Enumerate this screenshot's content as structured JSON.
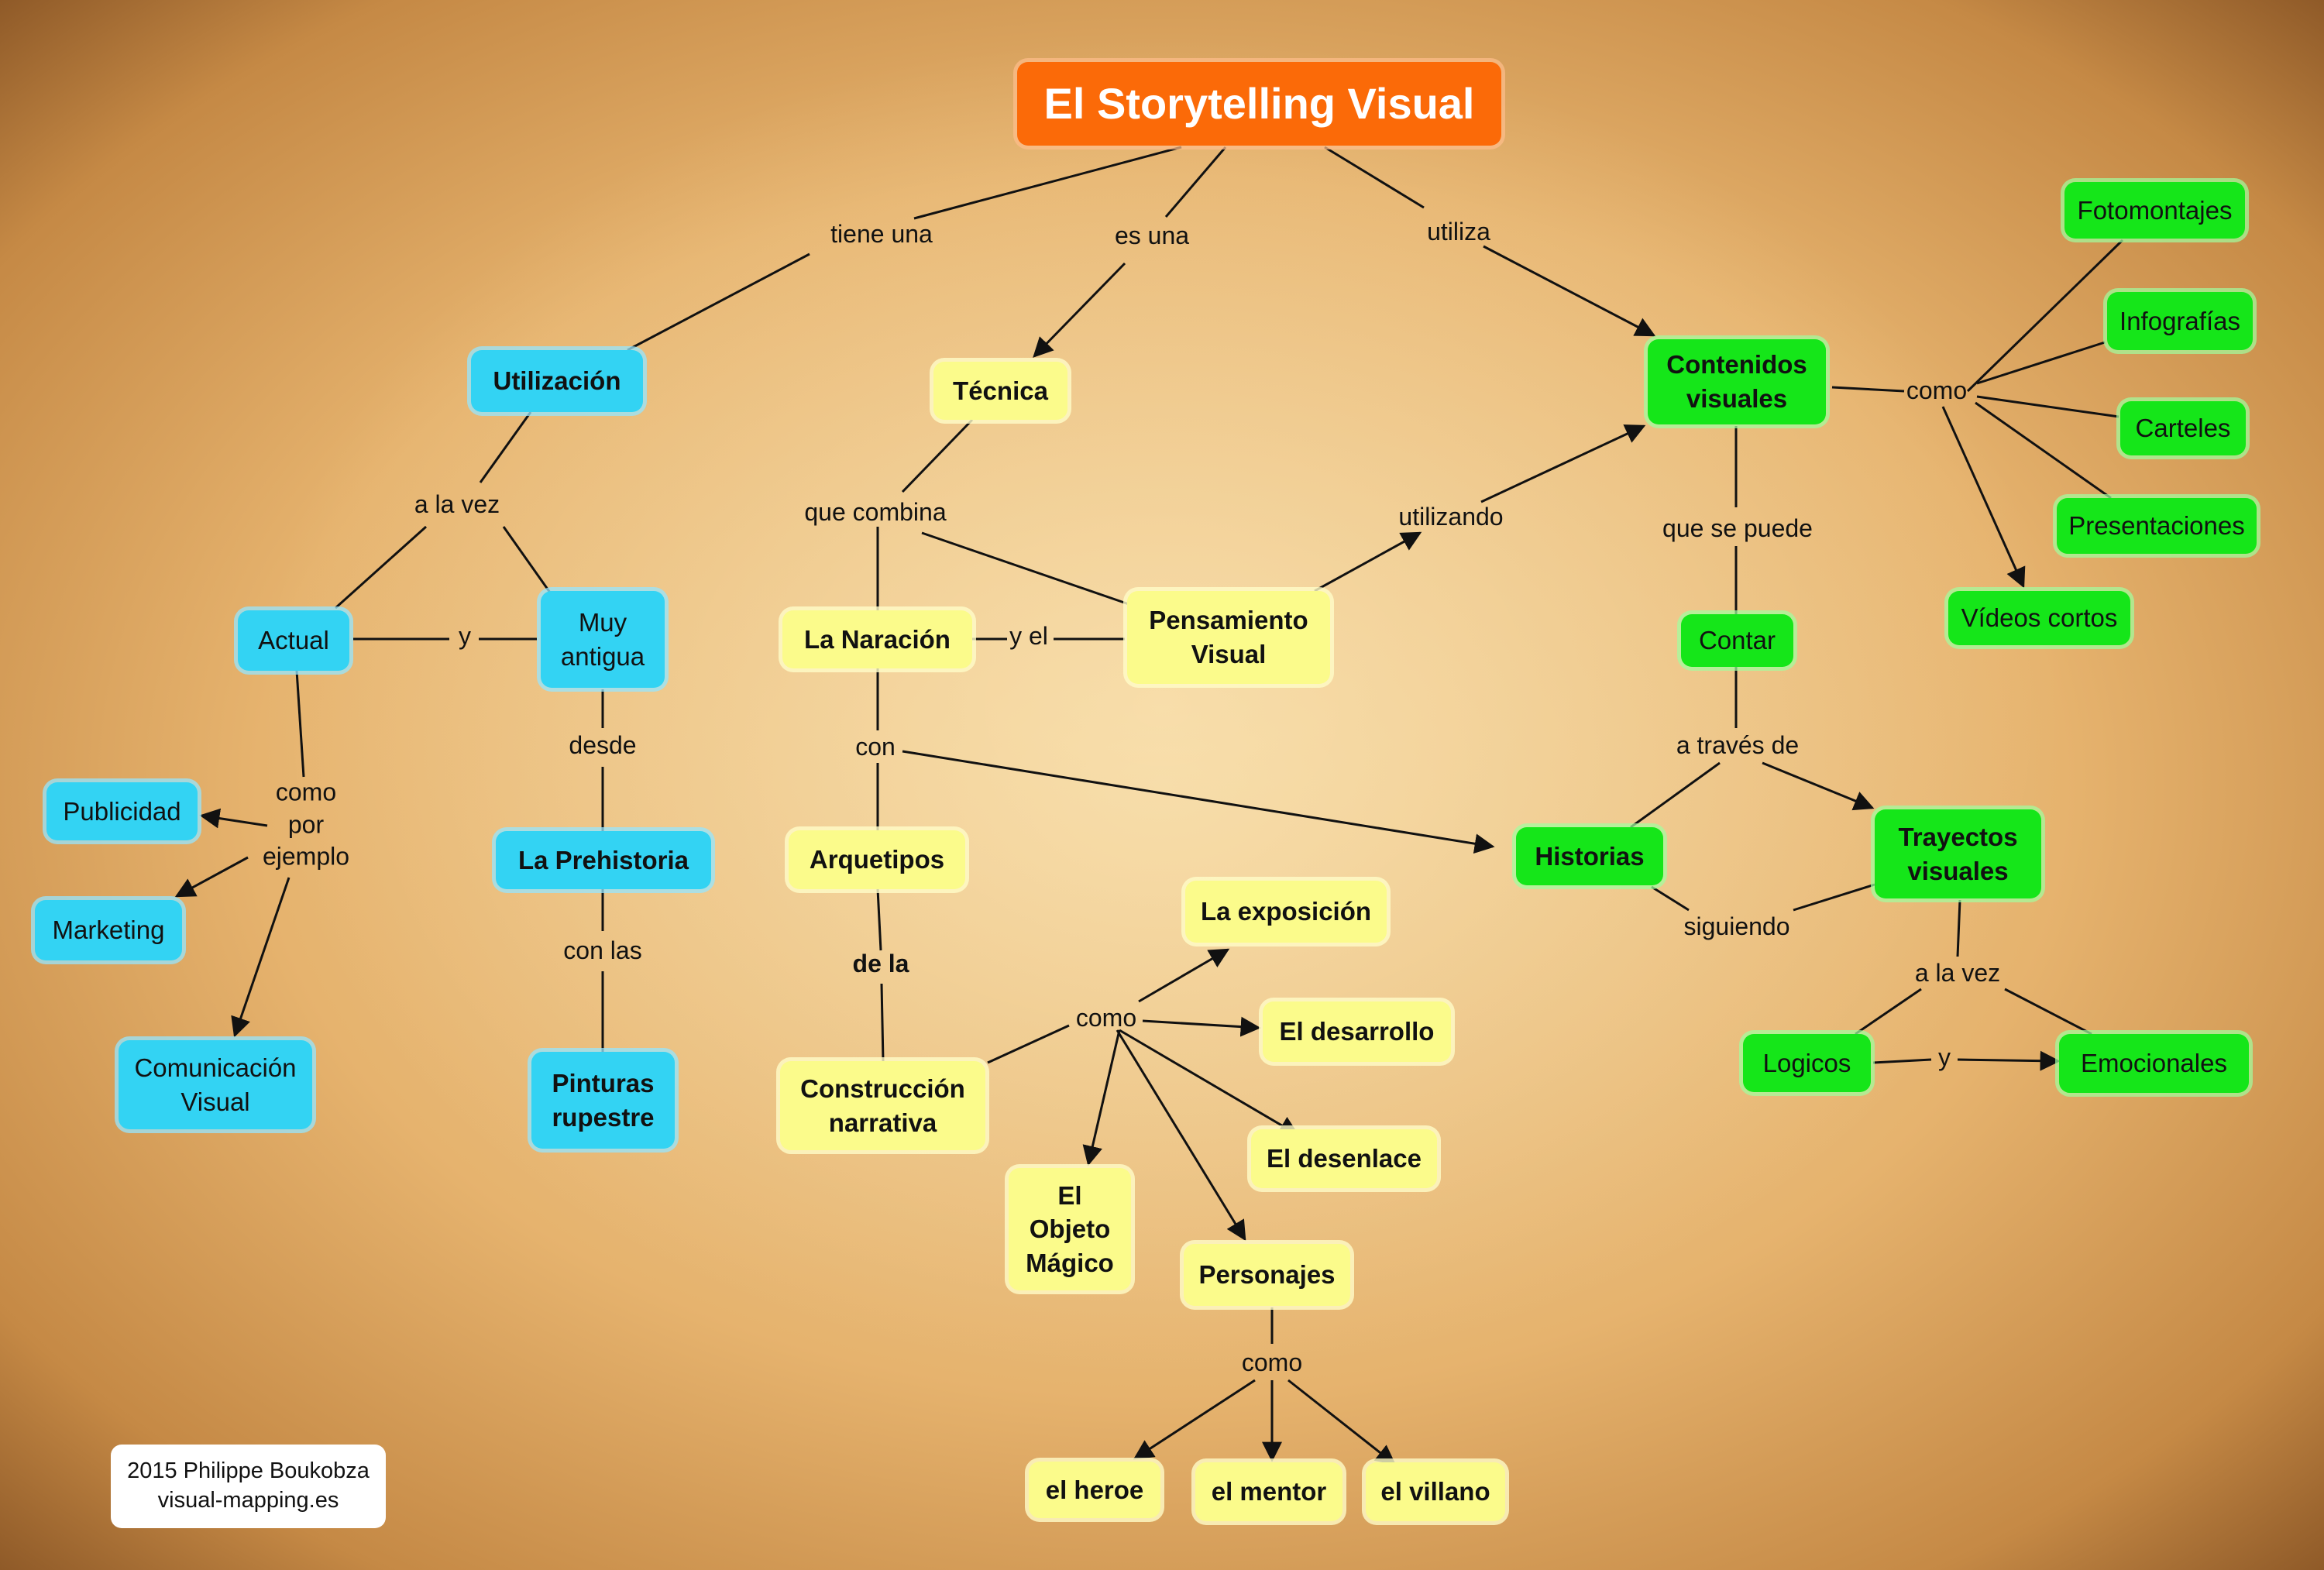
{
  "title": "El Storytelling Visual",
  "nodes": {
    "utilizacion": "Utilización",
    "tecnica": "Técnica",
    "contenidos": "Contenidos\nvisuales",
    "actual": "Actual",
    "muy_antigua": "Muy\nantigua",
    "publicidad": "Publicidad",
    "marketing": "Marketing",
    "comunicacion": "Comunicación\nVisual",
    "prehistoria": "La Prehistoria",
    "pinturas": "Pinturas\nrupestre",
    "naracion": "La Naración",
    "pensamiento": "Pensamiento\nVisual",
    "arquetipos": "Arquetipos",
    "construccion": "Construcción\nnarrativa",
    "exposicion": "La exposición",
    "desarrollo": "El desarrollo",
    "desenlace": "El desenlace",
    "objeto": "El\nObjeto\nMágico",
    "personajes": "Personajes",
    "heroe": "el heroe",
    "mentor": "el mentor",
    "villano": "el villano",
    "fotomontajes": "Fotomontajes",
    "infografias": "Infografías",
    "carteles": "Carteles",
    "presentaciones": "Presentaciones",
    "videos": "Vídeos cortos",
    "contar": "Contar",
    "historias": "Historias",
    "trayectos": "Trayectos\nvisuales",
    "logicos": "Logicos",
    "emocionales": "Emocionales"
  },
  "labels": {
    "tiene_una": "tiene una",
    "es_una": "es una",
    "utiliza": "utiliza",
    "a_la_vez_1": "a la vez",
    "y_1": "y",
    "como_por_ejemplo": "como\npor\nejemplo",
    "desde": "desde",
    "con_las": "con las",
    "que_combina": "que combina",
    "y_el": "y el",
    "utilizando": "utilizando",
    "con": "con",
    "de_la": "de la",
    "como_1": "como",
    "como_2": "como",
    "como_3": "como",
    "que_se_puede": "que se puede",
    "a_traves_de": "a través de",
    "siguiendo": "siguiendo",
    "a_la_vez_2": "a la vez",
    "y_2": "y"
  },
  "credit": {
    "line1": "2015 Philippe Boukobza",
    "line2": "visual-mapping.es"
  },
  "colors": {
    "title_bg": "#fb6a08",
    "cyan": "#33d3f3",
    "yellow": "#fbfb8b",
    "green": "#15e619"
  }
}
